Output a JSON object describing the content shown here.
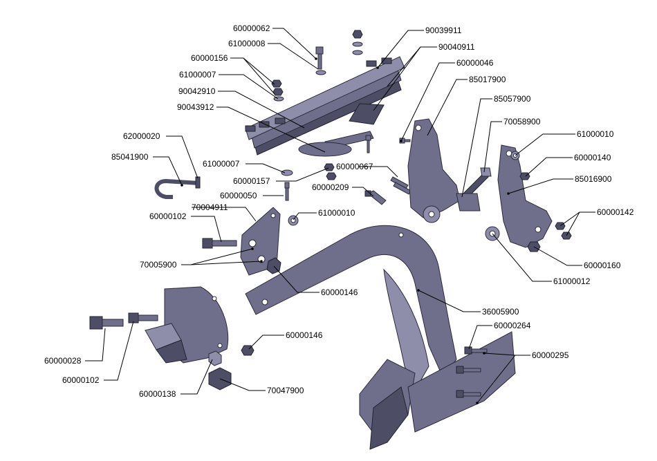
{
  "labels": [
    {
      "key": "l01",
      "text": "60000062"
    },
    {
      "key": "l02",
      "text": "61000008"
    },
    {
      "key": "l03",
      "text": "60000156"
    },
    {
      "key": "l04",
      "text": "61000007"
    },
    {
      "key": "l05",
      "text": "90042910"
    },
    {
      "key": "l06",
      "text": "90043912"
    },
    {
      "key": "l07",
      "text": "90039911"
    },
    {
      "key": "l08",
      "text": "90040911"
    },
    {
      "key": "l09",
      "text": "60000046"
    },
    {
      "key": "l10",
      "text": "85017900"
    },
    {
      "key": "l11",
      "text": "85057900"
    },
    {
      "key": "l12",
      "text": "70058900"
    },
    {
      "key": "l13",
      "text": "61000010"
    },
    {
      "key": "l14",
      "text": "60000140"
    },
    {
      "key": "l15",
      "text": "85016900"
    },
    {
      "key": "l16",
      "text": "60000142"
    },
    {
      "key": "l17",
      "text": "60000160"
    },
    {
      "key": "l18",
      "text": "61000012"
    },
    {
      "key": "l19",
      "text": "62000020"
    },
    {
      "key": "l20",
      "text": "85041900"
    },
    {
      "key": "l21",
      "text": "61000007"
    },
    {
      "key": "l22",
      "text": "60000067"
    },
    {
      "key": "l23",
      "text": "60000157"
    },
    {
      "key": "l24",
      "text": "60000209"
    },
    {
      "key": "l25",
      "text": "60000050"
    },
    {
      "key": "l26",
      "text": "70004911"
    },
    {
      "key": "l27",
      "text": "61000010"
    },
    {
      "key": "l28",
      "text": "60000102"
    },
    {
      "key": "l29",
      "text": "70005900"
    },
    {
      "key": "l30",
      "text": "60000146"
    },
    {
      "key": "l31",
      "text": "36005900"
    },
    {
      "key": "l32",
      "text": "60000264"
    },
    {
      "key": "l33",
      "text": "60000295"
    },
    {
      "key": "l34",
      "text": "60000146"
    },
    {
      "key": "l35",
      "text": "60000028"
    },
    {
      "key": "l36",
      "text": "60000102"
    },
    {
      "key": "l37",
      "text": "60000138"
    },
    {
      "key": "l38",
      "text": "70047900"
    }
  ],
  "colors": {
    "part": "#6f6f8c",
    "part_light": "#8e8eaa",
    "part_dark": "#4d4d66",
    "outline": "#2a2a3a",
    "leader": "#000000"
  }
}
